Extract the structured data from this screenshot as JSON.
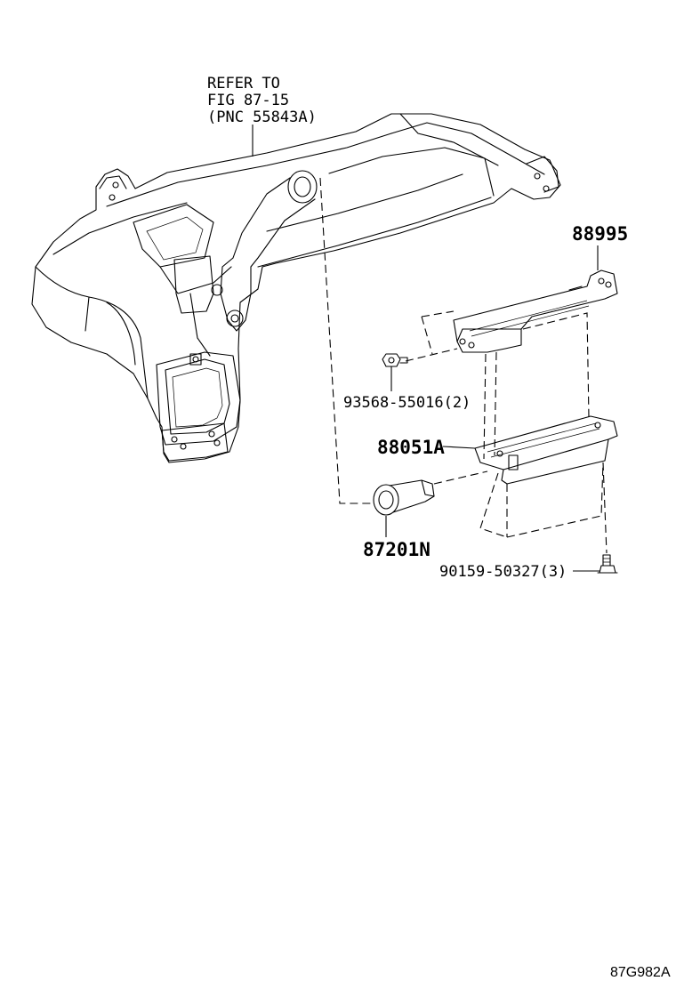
{
  "refer_note": {
    "line1": "REFER TO",
    "line2": "FIG 87-15",
    "line3": "(PNC 55843A)"
  },
  "callouts": {
    "bracket": "88995",
    "nut": "93568-55016(2)",
    "module": "88051A",
    "grommet": "87201N",
    "bolt": "90159-50327(3)"
  },
  "figure_code": "87G982A"
}
